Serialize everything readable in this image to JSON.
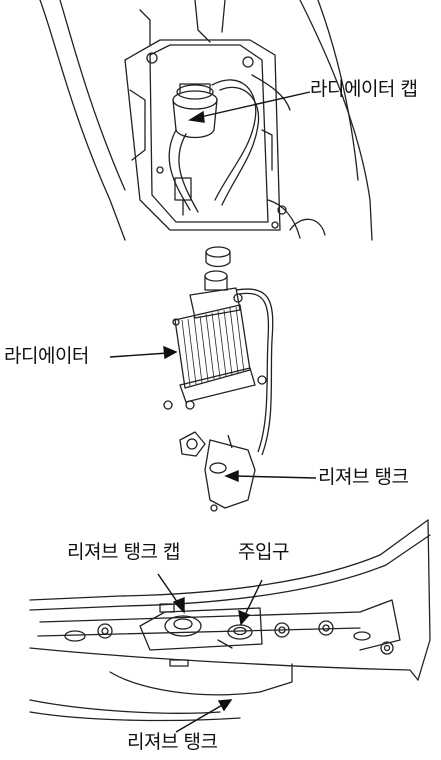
{
  "labels": {
    "radiator_cap": "라디에이터 캡",
    "radiator": "라디에이터",
    "reserve_tank_mid": "리져브 탱크",
    "reserve_tank_cap": "리져브  탱크 캡",
    "inlet": "주입구",
    "reserve_tank_bottom": "리져브 탱크"
  }
}
